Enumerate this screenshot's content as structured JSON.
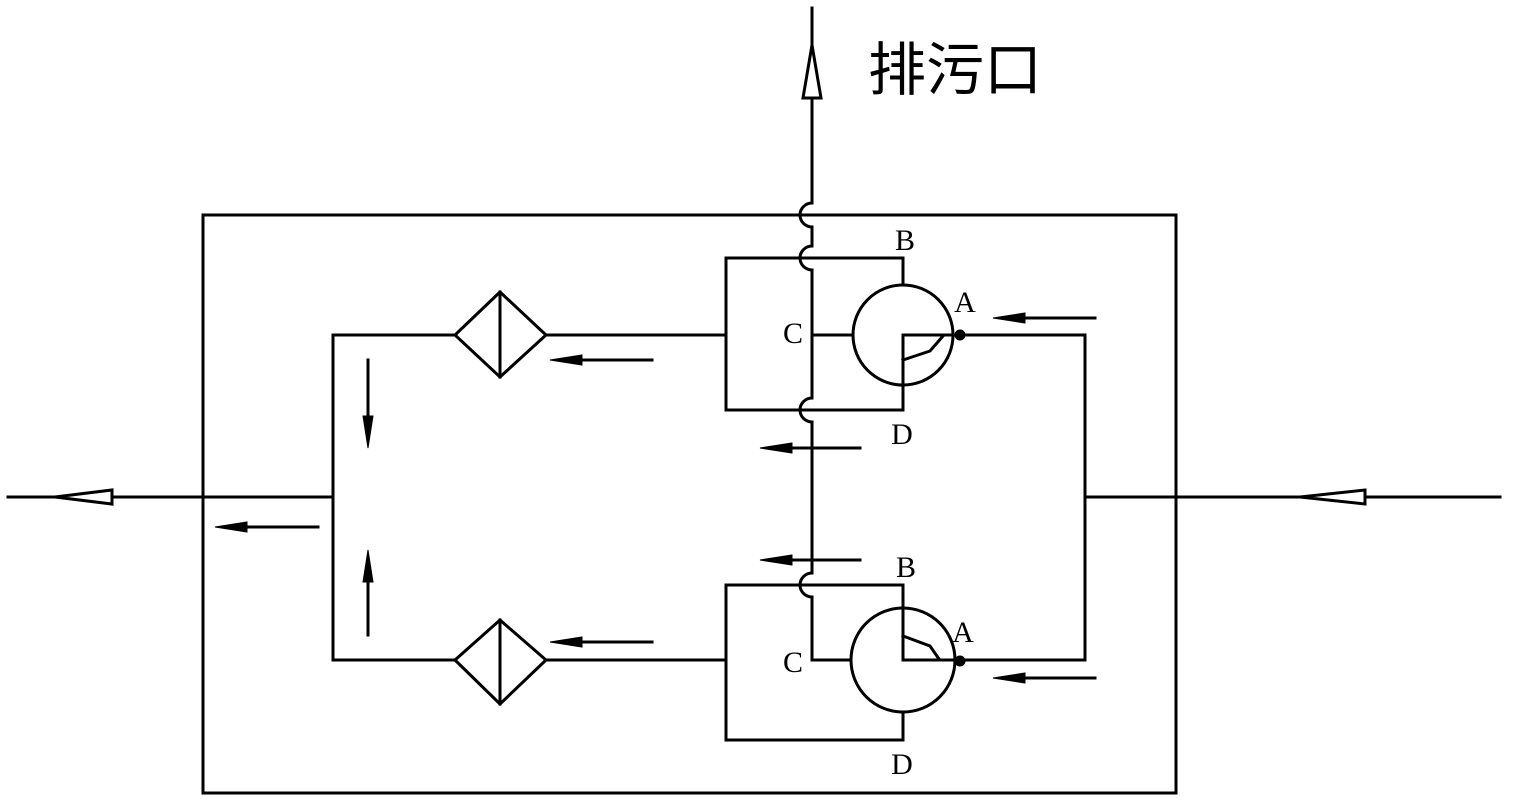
{
  "outlet_label": "排污口",
  "valves": {
    "upper": {
      "port_b": "B",
      "port_a": "A",
      "port_c": "C",
      "port_d": "D"
    },
    "lower": {
      "port_b": "B",
      "port_a": "A",
      "port_c": "C",
      "port_d": "D"
    }
  }
}
